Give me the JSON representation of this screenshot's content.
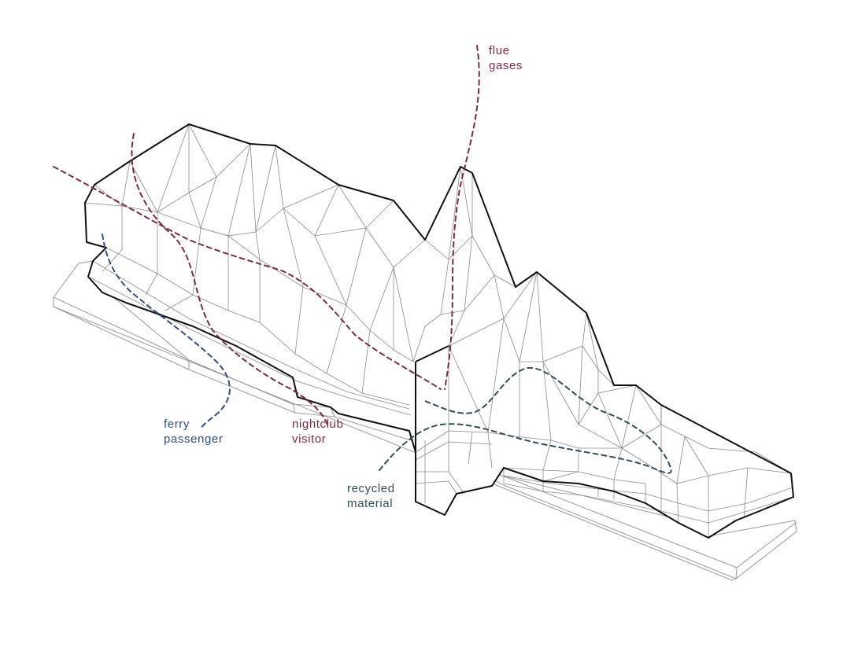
{
  "colors": {
    "flue": "#7d2a44",
    "ferry": "#2f4f86",
    "nightclub": "#7d2a44",
    "recycled": "#2e4e58",
    "outline": "#111111",
    "facet": "#8a8a8a",
    "base": "#999999"
  },
  "labels": {
    "flue": {
      "line1": "flue",
      "line2": "gases"
    },
    "ferry": {
      "line1": "ferry",
      "line2": "passenger"
    },
    "nightclub": {
      "line1": "nightclub",
      "line2": "visitor"
    },
    "recycled": {
      "line1": "recycled",
      "line2": "material"
    }
  }
}
